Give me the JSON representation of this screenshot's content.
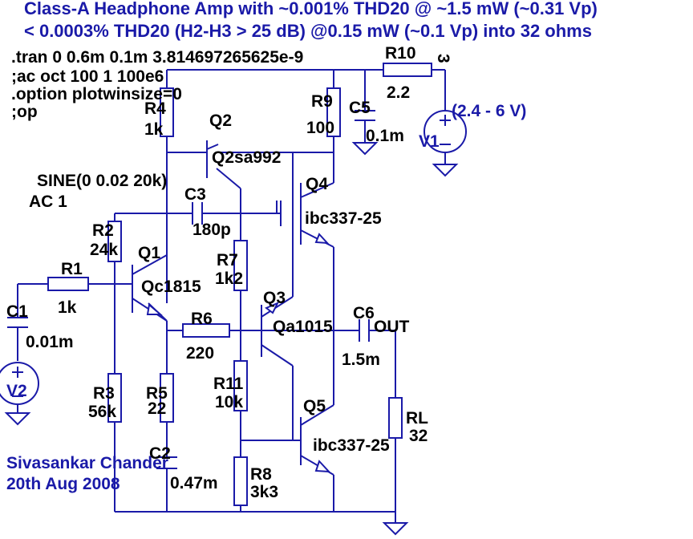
{
  "title_lines": [
    "Class-A Headphone Amp with ~0.001% THD20 @ ~1.5 mW (~0.31 Vp)",
    "< 0.0003% THD20 (H2-H3 > 25 dB) @0.15 mW (~0.1 Vp) into 32 ohms"
  ],
  "directives": [
    ".tran 0 0.6m 0.1m 3.814697265625e-9",
    ";ac oct 100 1 100e6",
    ".option plotwinsize=0",
    ";op"
  ],
  "source_spec": [
    "SINE(0 0.02 20k)",
    "AC 1"
  ],
  "supply_range": "(2.4 - 6 V)",
  "author": [
    "Sivasankar Chander",
    "20th Aug 2008"
  ],
  "net_labels": {
    "supply": "3",
    "out": "OUT"
  },
  "components": {
    "R1": {
      "name": "R1",
      "value": "1k"
    },
    "R2": {
      "name": "R2",
      "value": "24k"
    },
    "R3": {
      "name": "R3",
      "value": "56k"
    },
    "R4": {
      "name": "R4",
      "value": "1k"
    },
    "R5": {
      "name": "R5",
      "value": "22"
    },
    "R6": {
      "name": "R6",
      "value": "220"
    },
    "R7": {
      "name": "R7",
      "value": "1k2"
    },
    "R8": {
      "name": "R8",
      "value": "3k3"
    },
    "R9": {
      "name": "R9",
      "value": "100"
    },
    "R10": {
      "name": "R10",
      "value": "2.2"
    },
    "R11": {
      "name": "R11",
      "value": "10k"
    },
    "RL": {
      "name": "RL",
      "value": "32"
    },
    "C1": {
      "name": "C1",
      "value": "0.01m"
    },
    "C2": {
      "name": "C2",
      "value": "0.47m"
    },
    "C3": {
      "name": "C3",
      "value": "180p"
    },
    "C5": {
      "name": "C5",
      "value": "0.1m"
    },
    "C6": {
      "name": "C6",
      "value": "1.5m"
    },
    "V1": {
      "name": "V1"
    },
    "V2": {
      "name": "V2"
    },
    "Q1": {
      "name": "Q1",
      "model": "Qc1815"
    },
    "Q2": {
      "name": "Q2",
      "model": "Q2sa992"
    },
    "Q3": {
      "name": "Q3",
      "model": "Qa1015"
    },
    "Q4": {
      "name": "Q4",
      "model": "ibc337-25"
    },
    "Q5": {
      "name": "Q5",
      "model": "ibc337-25"
    }
  }
}
